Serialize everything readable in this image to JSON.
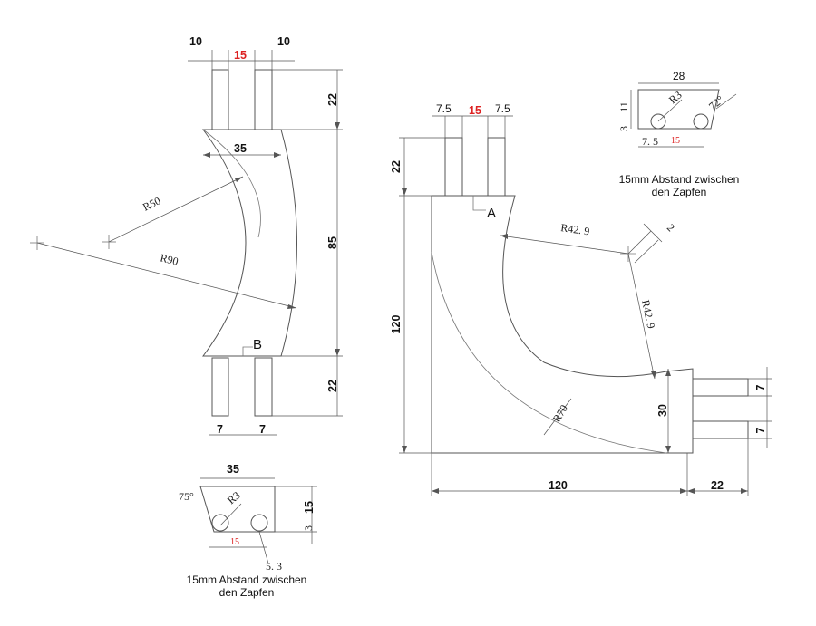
{
  "part_b": {
    "dims": {
      "peg_w_left": "10",
      "peg_gap": "15",
      "peg_w_right": "10",
      "top_h": "22",
      "width": "35",
      "height": "85",
      "bottom_h": "22",
      "bottom_peg_left": "7",
      "bottom_peg_right": "7"
    },
    "radius_small": "R50",
    "radius_large": "R90",
    "label": "B"
  },
  "part_b_detail": {
    "width": "35",
    "height": "15",
    "radius": "R3",
    "angle": "75°",
    "hole_gap": "15",
    "offset_bottom": "3",
    "offset_side": "5. 3",
    "caption_line1": "15mm Abstand zwischen",
    "caption_line2": "den Zapfen"
  },
  "part_a": {
    "dims": {
      "peg_w_left": "7.5",
      "peg_gap": "15",
      "peg_w_right": "7.5",
      "top_h": "22",
      "height": "120",
      "width": "120",
      "right_ext": "22",
      "end_h": "30",
      "peg_top": "7",
      "peg_bottom": "7"
    },
    "radius_inner_1": "R42. 9",
    "radius_inner_2": "R42. 9",
    "radius_outer": "R70",
    "small_dim": "2",
    "label": "A"
  },
  "part_a_detail": {
    "width": "28",
    "height": "11",
    "radius": "R3",
    "angle": "72°",
    "offset_bottom": "3",
    "offset_side": "7. 5",
    "hole_gap": "15",
    "caption_line1": "15mm Abstand zwischen",
    "caption_line2": "den Zapfen"
  }
}
